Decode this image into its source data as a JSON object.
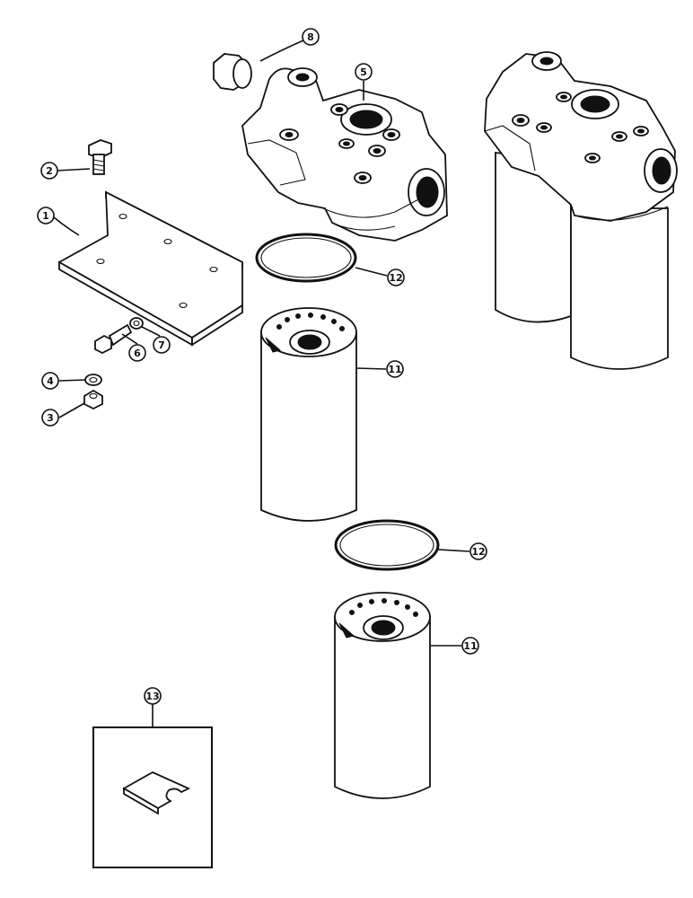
{
  "callouts": {
    "c1": "1",
    "c2": "2",
    "c3": "3",
    "c4": "4",
    "c5": "5",
    "c6": "6",
    "c7": "7",
    "c8": "8",
    "c11a": "11",
    "c11b": "11",
    "c12a": "12",
    "c12b": "12",
    "c13": "13"
  }
}
